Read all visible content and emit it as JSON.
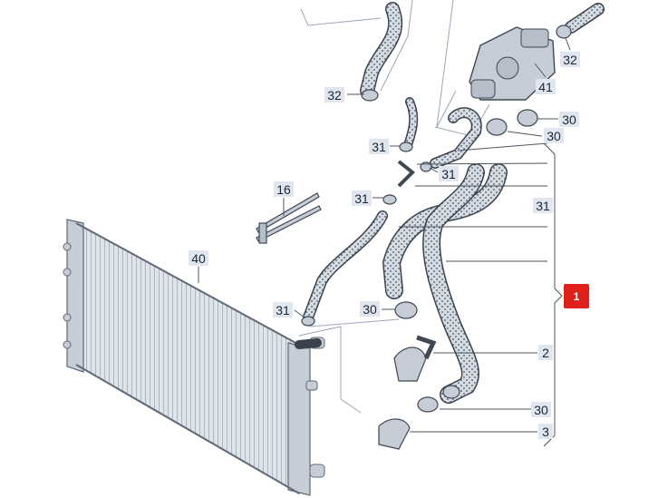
{
  "diagram": {
    "highlight_color": "#e0201b",
    "label_bg_color": "#dfe6ef",
    "line_color": "#4a5560",
    "part_color": "#c8ced6",
    "callouts": {
      "c32a": "32",
      "c32b": "32",
      "c41": "41",
      "c30a": "30",
      "c30b": "30",
      "c31a": "31",
      "c31b": "31",
      "c31c": "31",
      "c31d": "31",
      "c31e": "31",
      "c16": "16",
      "c40": "40",
      "c30c": "30",
      "c2": "2",
      "c30d": "30",
      "c3": "3",
      "group": "1"
    }
  }
}
